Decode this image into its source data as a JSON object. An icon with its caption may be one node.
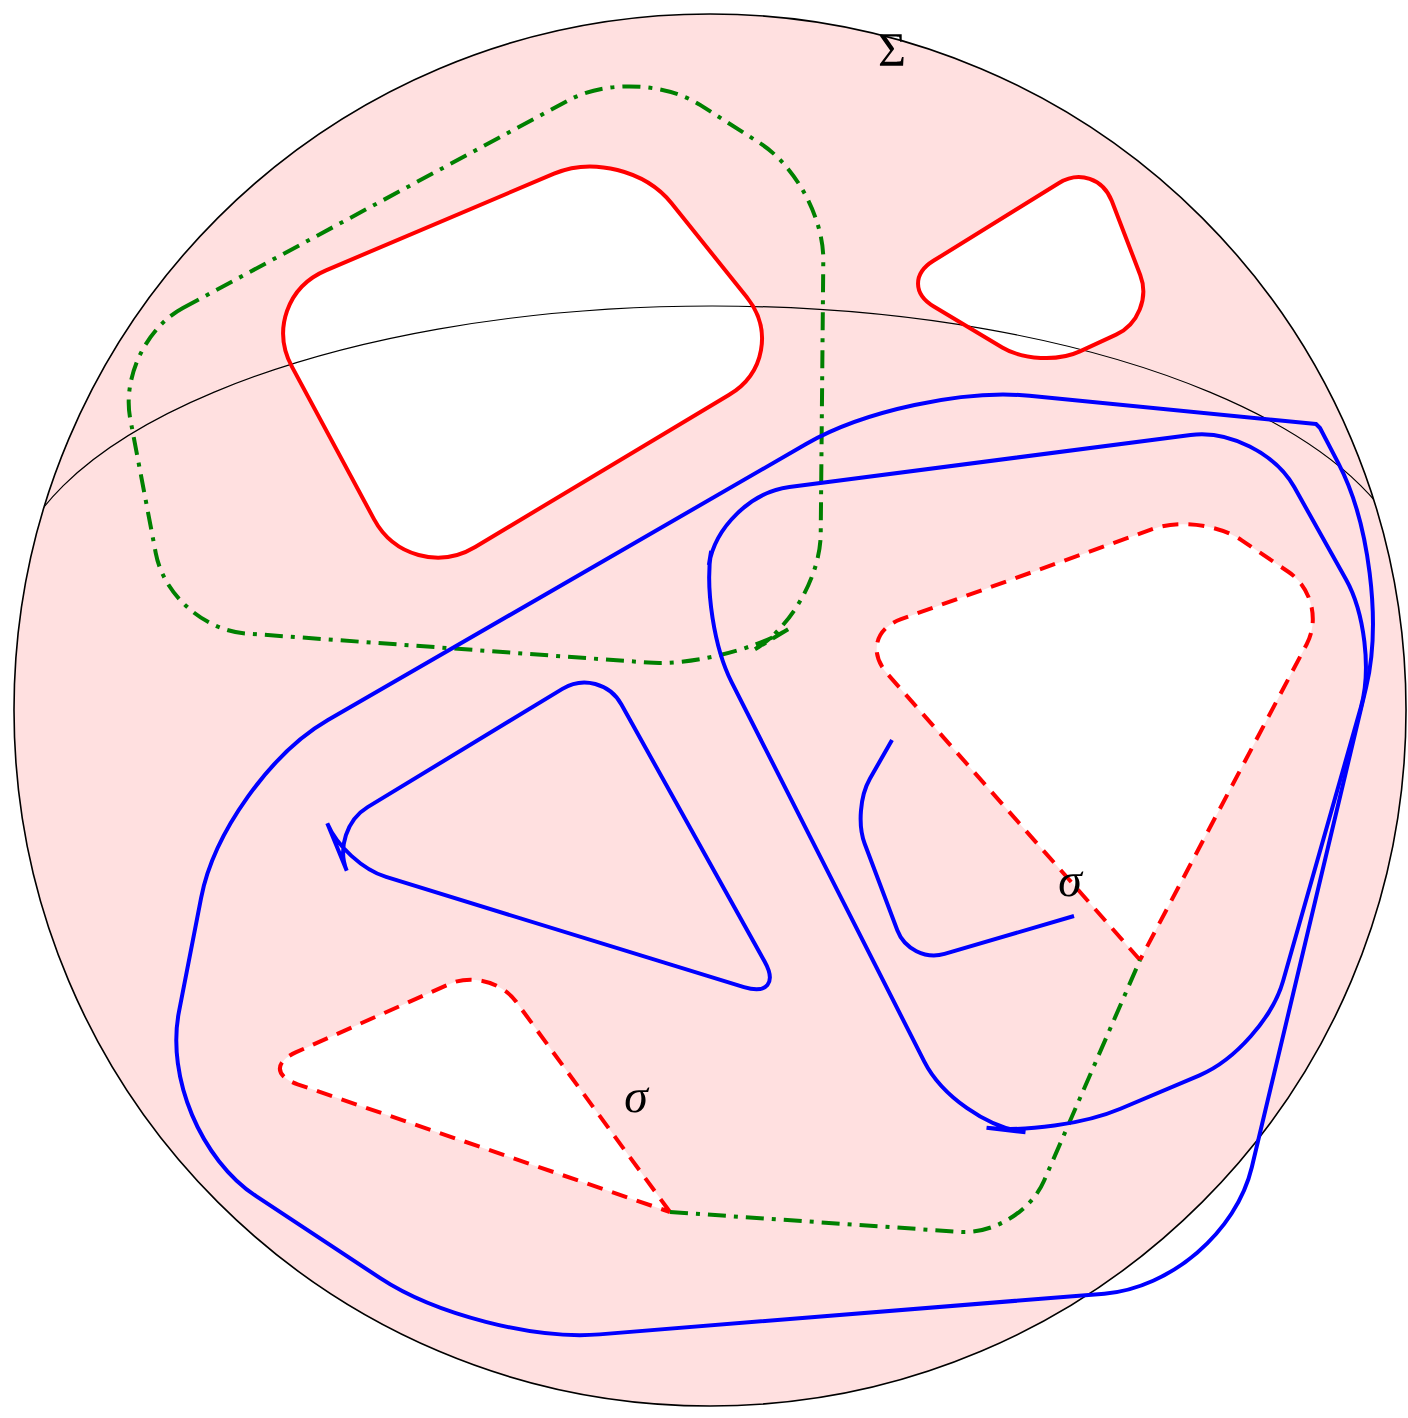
{
  "diagram": {
    "labels": [
      "Σ",
      "σ",
      "σ"
    ]
  }
}
